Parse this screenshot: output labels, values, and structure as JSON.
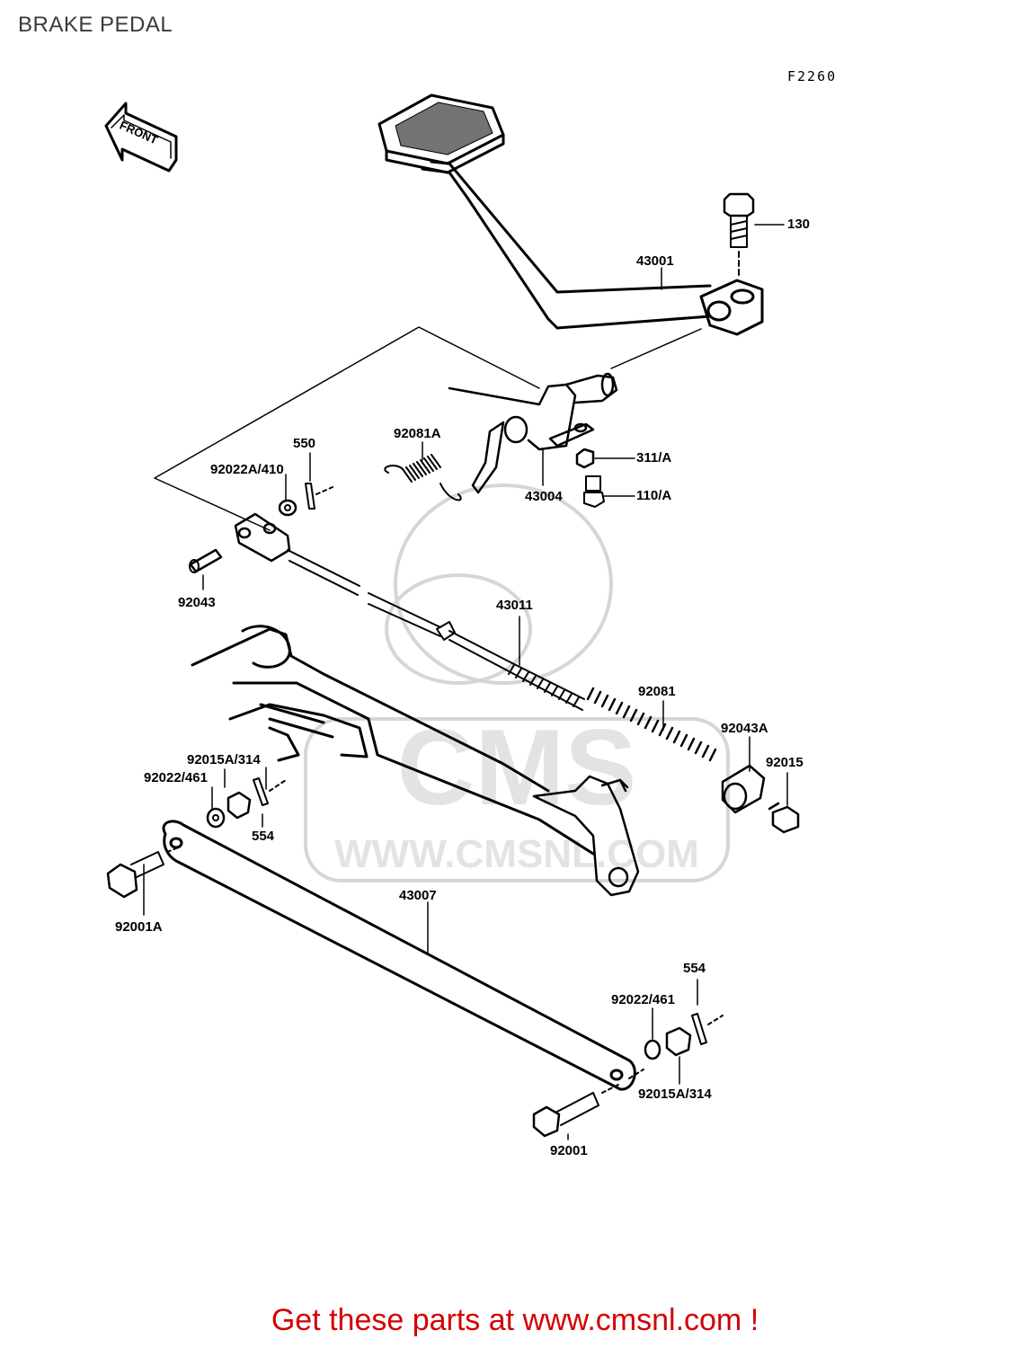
{
  "header": {
    "title": "BRAKE PEDAL",
    "figure_code": "F2260"
  },
  "front_arrow": {
    "label": "FRONT"
  },
  "watermark": {
    "logo": "CMS",
    "url": "WWW.CMSNL.COM"
  },
  "parts": [
    {
      "id": "130",
      "label": "130"
    },
    {
      "id": "43001",
      "label": "43001"
    },
    {
      "id": "92081A",
      "label": "92081A"
    },
    {
      "id": "550",
      "label": "550"
    },
    {
      "id": "92022A-410",
      "label": "92022A/410"
    },
    {
      "id": "311A",
      "label": "311/A"
    },
    {
      "id": "43004",
      "label": "43004"
    },
    {
      "id": "110A",
      "label": "110/A"
    },
    {
      "id": "92043",
      "label": "92043"
    },
    {
      "id": "43011",
      "label": "43011"
    },
    {
      "id": "92081",
      "label": "92081"
    },
    {
      "id": "92043A",
      "label": "92043A"
    },
    {
      "id": "92015",
      "label": "92015"
    },
    {
      "id": "92015A-314-top",
      "label": "92015A/314"
    },
    {
      "id": "92022-461-left",
      "label": "92022/461"
    },
    {
      "id": "554-left",
      "label": "554"
    },
    {
      "id": "92001A",
      "label": "92001A"
    },
    {
      "id": "43007",
      "label": "43007"
    },
    {
      "id": "554-right",
      "label": "554"
    },
    {
      "id": "92022-461-right",
      "label": "92022/461"
    },
    {
      "id": "92015A-314-bottom",
      "label": "92015A/314"
    },
    {
      "id": "92001",
      "label": "92001"
    }
  ],
  "footer": {
    "text": "Get these parts at www.cmsnl.com !"
  }
}
